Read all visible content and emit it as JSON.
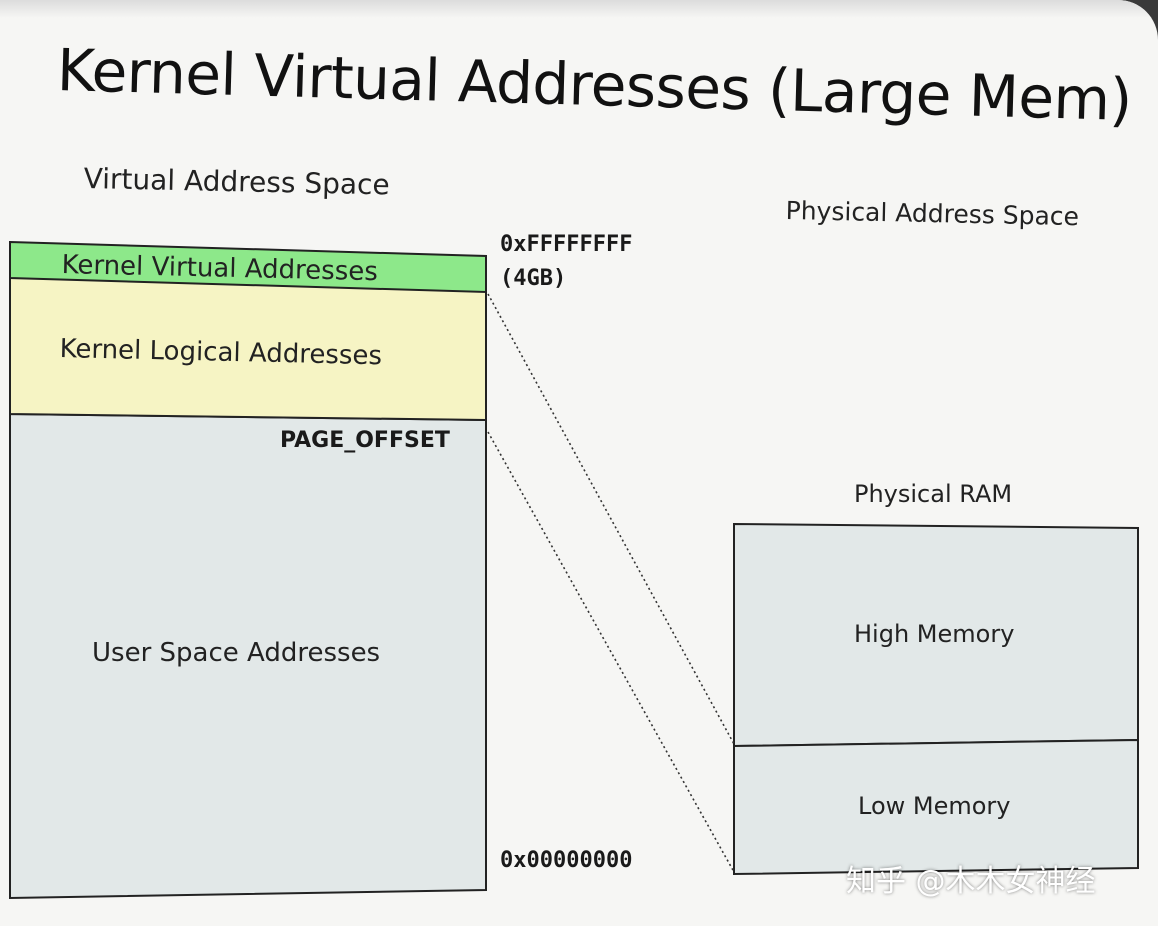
{
  "title": "Kernel Virtual Addresses (Large Mem)",
  "virtual_space": {
    "title": "Virtual Address Space",
    "regions": {
      "kernel_virtual": "Kernel Virtual Addresses",
      "kernel_logical": "Kernel Logical Addresses",
      "user_space": "User Space Addresses"
    },
    "addresses": {
      "top": "0xFFFFFFFF",
      "top_size": "(4GB)",
      "page_offset": "PAGE_OFFSET",
      "bottom": "0x00000000"
    }
  },
  "physical_space": {
    "title": "Physical Address Space",
    "ram_title": "Physical RAM",
    "regions": {
      "high": "High Memory",
      "low": "Low Memory"
    }
  },
  "colors": {
    "kernel_virtual": "#8de88a",
    "kernel_logical": "#f6f4c4",
    "user_space": "#e2e8e8",
    "ram": "#e2e8e8"
  },
  "watermark": "知乎 @木木女神经"
}
